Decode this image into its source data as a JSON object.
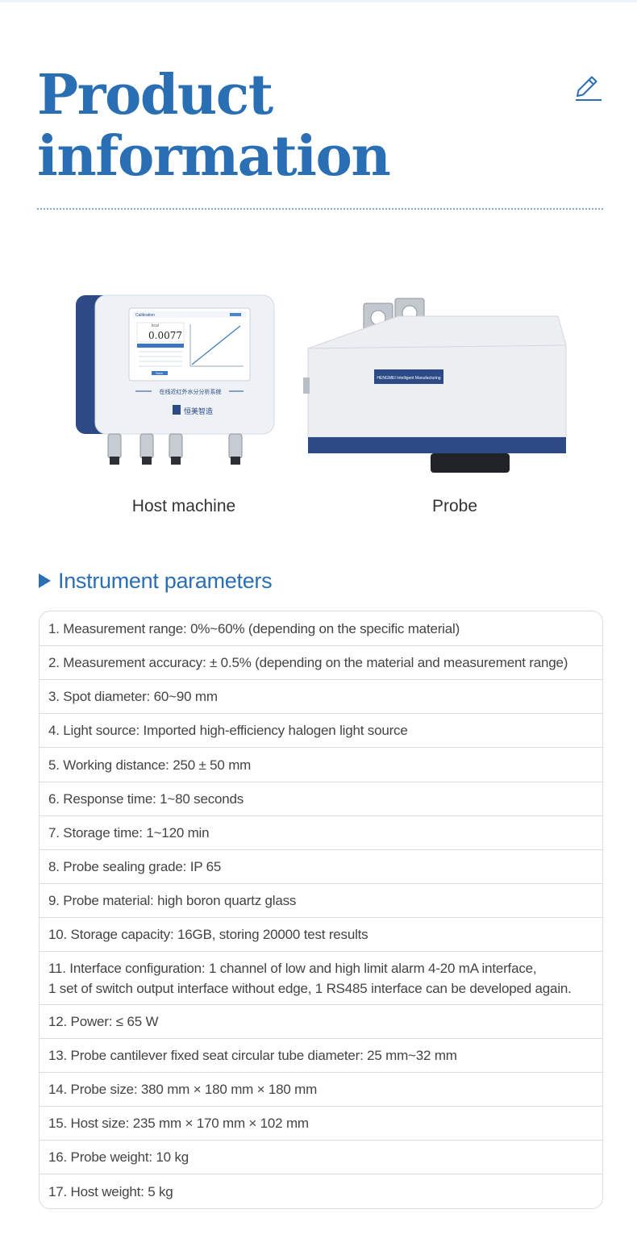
{
  "header": {
    "title_line1": "Product",
    "title_line2": "information",
    "edit_icon": "pencil-edit-icon"
  },
  "products": {
    "host": {
      "caption": "Host machine",
      "screen_title": "Calibration",
      "screen_value": "0.0077",
      "screen_unit": "kcal",
      "screen_button": "Save",
      "brand": "恒美智造",
      "panel_caption": "在线近红外水分分析系统"
    },
    "probe": {
      "caption": "Probe",
      "label": "HENGMEI Intelligent Manufacturing"
    }
  },
  "colors": {
    "accent": "#2a6fb4",
    "navy": "#2b4a86",
    "border": "#d9dde2"
  },
  "section": {
    "title": "Instrument parameters"
  },
  "parameters": [
    "1. Measurement range: 0%~60% (depending on the specific material)",
    "2. Measurement accuracy: ± 0.5% (depending on the material and measurement range)",
    "3. Spot diameter: 60~90 mm",
    "4. Light source: Imported high-efficiency halogen light source",
    "5. Working distance: 250 ± 50 mm",
    "6. Response time: 1~80 seconds",
    "7. Storage time: 1~120 min",
    "8. Probe sealing grade: IP 65",
    "9. Probe material: high boron quartz glass",
    "10. Storage capacity: 16GB, storing 20000 test results",
    "11. Interface configuration: 1 channel of low and high limit alarm 4-20 mA interface,\n1 set of switch output interface without edge, 1 RS485 interface can be developed again.",
    "12. Power: ≤ 65 W",
    "13. Probe cantilever fixed seat circular tube diameter: 25 mm~32 mm",
    "14. Probe size: 380 mm × 180 mm × 180 mm",
    "15. Host size: 235 mm × 170 mm × 102 mm",
    "16. Probe weight: 10 kg",
    "17. Host weight: 5 kg"
  ]
}
